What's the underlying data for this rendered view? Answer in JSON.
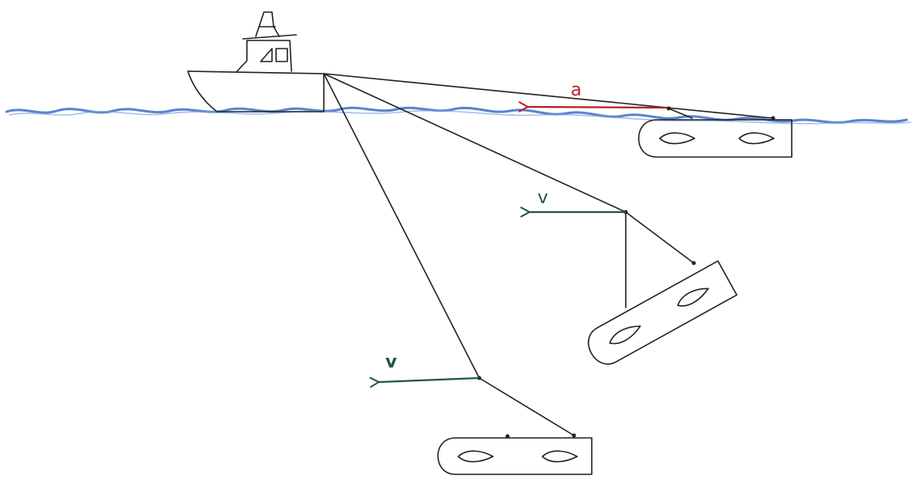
{
  "labels": {
    "acceleration": "a",
    "velocity_middle": "v",
    "velocity_lower": "v"
  },
  "colors": {
    "water": "#3d6fc4",
    "ink": "#222222",
    "acceleration_arrow": "#b3202a",
    "velocity_arrow": "#1f5a3c"
  },
  "objects": {
    "boat": "boat-drawing",
    "floats": [
      "float-surface",
      "float-middle",
      "float-lower"
    ]
  }
}
